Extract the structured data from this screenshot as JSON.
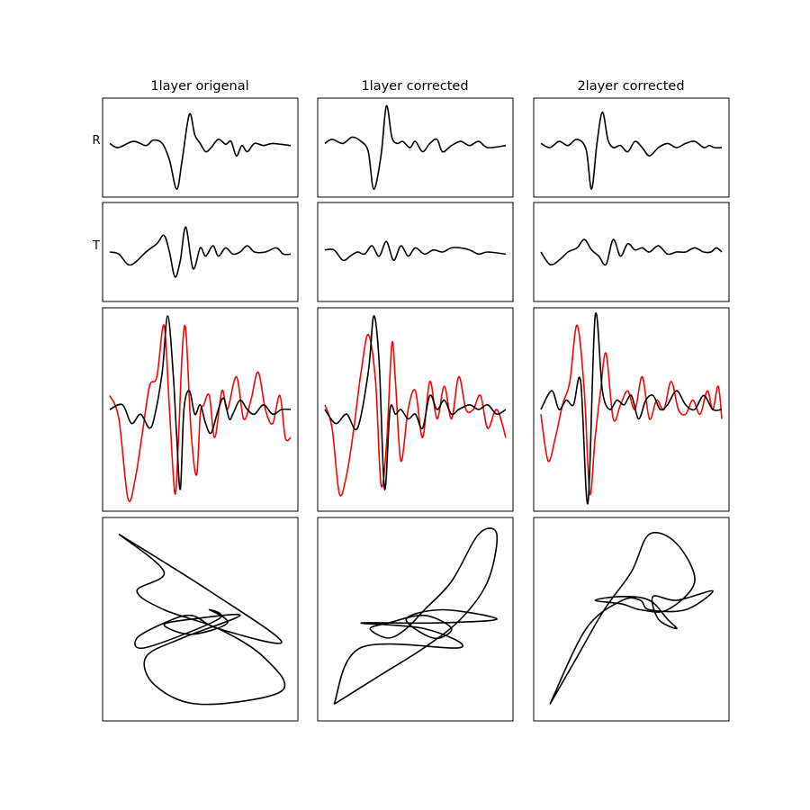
{
  "figure": {
    "column_titles": [
      "1layer origenal",
      "1layer corrected",
      "2layer corrected"
    ],
    "row_labels": [
      "R",
      "T",
      "",
      ""
    ]
  },
  "chart_data": {
    "type": "line",
    "layout": "4 rows x 3 columns of subplots, axes ticks hidden",
    "colors": {
      "R": "#000000",
      "T": "#ff0000",
      "particle_motion": "#000000"
    },
    "columns": [
      {
        "title": "1layer origenal",
        "R": {
          "t": [
            0,
            0.046,
            0.13,
            0.2,
            0.24,
            0.29,
            0.33,
            0.37,
            0.4,
            0.44,
            0.47,
            0.5,
            0.53,
            0.56,
            0.6,
            0.64,
            0.67,
            0.7,
            0.73,
            0.76,
            0.8,
            0.85,
            0.9,
            1.0
          ],
          "v": [
            0.1,
            0.0,
            0.15,
            0.05,
            0.18,
            0.1,
            -0.3,
            -1.0,
            -0.3,
            0.8,
            0.3,
            0.1,
            -0.1,
            0.0,
            0.2,
            0.08,
            0.15,
            -0.2,
            0.05,
            -0.1,
            0.1,
            0.05,
            0.1,
            0.05
          ]
        },
        "T": {
          "t": [
            0,
            0.05,
            0.1,
            0.14,
            0.2,
            0.26,
            0.3,
            0.33,
            0.36,
            0.39,
            0.42,
            0.46,
            0.5,
            0.53,
            0.57,
            0.6,
            0.64,
            0.68,
            0.72,
            0.76,
            0.8,
            0.86,
            0.92,
            0.96,
            1.0
          ],
          "v": [
            0.0,
            -0.05,
            -0.3,
            -0.25,
            0.0,
            0.2,
            0.4,
            0.0,
            -0.6,
            -0.2,
            0.6,
            -0.4,
            0.1,
            -0.1,
            0.15,
            -0.1,
            0.1,
            -0.05,
            0.0,
            0.15,
            0.0,
            0.0,
            0.1,
            -0.05,
            -0.05
          ]
        },
        "overlay_red": {
          "t": [
            0,
            0.05,
            0.1,
            0.14,
            0.18,
            0.22,
            0.26,
            0.3,
            0.33,
            0.36,
            0.38,
            0.4,
            0.42,
            0.45,
            0.48,
            0.5,
            0.52,
            0.55,
            0.58,
            0.62,
            0.65,
            0.7,
            0.74,
            0.78,
            0.82,
            0.86,
            0.9,
            0.94,
            0.97,
            1.0
          ],
          "v": [
            0.15,
            -0.1,
            -0.95,
            -0.75,
            -0.25,
            0.25,
            0.35,
            0.9,
            0.0,
            -0.9,
            -0.3,
            0.6,
            0.85,
            -0.25,
            -0.7,
            -0.05,
            0.05,
            0.15,
            -0.3,
            0.2,
            0.0,
            0.35,
            -0.1,
            0.1,
            0.4,
            0.0,
            -0.15,
            0.15,
            -0.3,
            -0.3
          ]
        },
        "overlay_black": {
          "t": [
            0,
            0.07,
            0.12,
            0.17,
            0.22,
            0.25,
            0.29,
            0.32,
            0.35,
            0.37,
            0.39,
            0.41,
            0.44,
            0.47,
            0.5,
            0.53,
            0.56,
            0.6,
            0.63,
            0.66,
            0.68,
            0.72,
            0.76,
            0.8,
            0.85,
            0.9,
            0.95,
            1.0
          ],
          "v": [
            0.0,
            0.05,
            -0.15,
            -0.05,
            -0.2,
            -0.05,
            0.4,
            1.0,
            0.4,
            -0.3,
            -0.85,
            0.0,
            0.2,
            -0.05,
            0.05,
            -0.15,
            -0.25,
            0.0,
            0.12,
            -0.1,
            -0.05,
            0.1,
            0.0,
            -0.05,
            0.05,
            -0.05,
            0.0,
            0.0
          ]
        },
        "particle_motion": {
          "x": [
            0.05,
            0.55,
            0.95,
            0.6,
            0.45,
            0.3,
            0.15,
            0.2,
            0.6,
            0.55,
            0.65,
            0.45,
            0.3,
            0.45,
            0.72,
            0.4,
            0.2,
            0.25,
            0.5,
            0.95,
            0.85,
            0.6,
            0.3,
            0.15,
            0.3,
            0.05
          ],
          "y": [
            0.95,
            0.65,
            0.38,
            0.45,
            0.52,
            0.48,
            0.4,
            0.35,
            0.5,
            0.55,
            0.48,
            0.42,
            0.47,
            0.5,
            0.52,
            0.4,
            0.3,
            0.15,
            0.05,
            0.12,
            0.3,
            0.45,
            0.55,
            0.65,
            0.75,
            0.95
          ]
        }
      },
      {
        "title": "1layer corrected",
        "R": {
          "t": [
            0,
            0.04,
            0.1,
            0.15,
            0.2,
            0.24,
            0.27,
            0.31,
            0.34,
            0.37,
            0.4,
            0.43,
            0.47,
            0.5,
            0.54,
            0.58,
            0.62,
            0.65,
            0.7,
            0.75,
            0.8,
            0.85,
            0.9,
            1.0
          ],
          "v": [
            0.1,
            0.2,
            0.1,
            0.25,
            0.15,
            -0.1,
            -1.0,
            -0.2,
            1.0,
            0.25,
            0.1,
            0.15,
            0.0,
            0.15,
            -0.1,
            0.1,
            0.2,
            -0.1,
            0.05,
            0.15,
            0.05,
            0.15,
            0.0,
            0.05
          ]
        },
        "T": {
          "t": [
            0,
            0.05,
            0.1,
            0.14,
            0.18,
            0.22,
            0.26,
            0.3,
            0.34,
            0.38,
            0.42,
            0.46,
            0.5,
            0.55,
            0.6,
            0.65,
            0.7,
            0.75,
            0.8,
            0.85,
            0.9,
            1.0
          ],
          "v": [
            0.05,
            0.05,
            -0.2,
            -0.1,
            0.0,
            -0.05,
            0.15,
            -0.1,
            0.25,
            -0.2,
            0.15,
            -0.1,
            0.1,
            -0.05,
            0.05,
            0.0,
            0.1,
            0.1,
            0.05,
            -0.05,
            0.0,
            -0.05
          ]
        },
        "overlay_red": {
          "t": [
            0,
            0.04,
            0.08,
            0.12,
            0.16,
            0.2,
            0.24,
            0.28,
            0.31,
            0.34,
            0.37,
            0.39,
            0.42,
            0.46,
            0.5,
            0.54,
            0.58,
            0.62,
            0.66,
            0.7,
            0.74,
            0.78,
            0.82,
            0.86,
            0.9,
            0.95,
            1.0
          ],
          "v": [
            0.05,
            -0.2,
            -0.9,
            -0.7,
            -0.2,
            0.4,
            0.8,
            0.3,
            -0.8,
            -0.4,
            0.7,
            0.3,
            -0.55,
            0.0,
            0.2,
            -0.3,
            0.3,
            -0.1,
            0.25,
            -0.1,
            0.35,
            0.0,
            0.0,
            0.15,
            -0.2,
            0.0,
            -0.3
          ]
        },
        "overlay_black": {
          "t": [
            0,
            0.06,
            0.12,
            0.18,
            0.24,
            0.27,
            0.3,
            0.33,
            0.36,
            0.39,
            0.42,
            0.46,
            0.5,
            0.54,
            0.58,
            0.62,
            0.66,
            0.7,
            0.74,
            0.8,
            0.85,
            0.9,
            0.95,
            1.0
          ],
          "v": [
            0.0,
            -0.15,
            -0.05,
            -0.2,
            0.4,
            1.0,
            0.5,
            -0.85,
            0.0,
            -0.05,
            0.0,
            -0.1,
            -0.05,
            -0.2,
            0.15,
            0.0,
            0.1,
            -0.05,
            0.0,
            0.05,
            0.0,
            0.05,
            -0.05,
            0.0
          ]
        },
        "particle_motion": {
          "x": [
            0.05,
            0.3,
            0.55,
            0.75,
            0.9,
            0.95,
            0.85,
            0.7,
            0.55,
            0.45,
            0.35,
            0.25,
            0.35,
            0.55,
            0.7,
            0.6,
            0.45,
            0.65,
            0.95,
            0.6,
            0.2,
            0.55,
            0.75,
            0.2,
            0.05
          ],
          "y": [
            0.05,
            0.2,
            0.35,
            0.5,
            0.7,
            0.95,
            0.95,
            0.7,
            0.55,
            0.45,
            0.4,
            0.45,
            0.48,
            0.52,
            0.45,
            0.4,
            0.5,
            0.55,
            0.5,
            0.48,
            0.48,
            0.45,
            0.35,
            0.35,
            0.05
          ]
        }
      },
      {
        "title": "2layer corrected",
        "R": {
          "t": [
            0,
            0.05,
            0.1,
            0.15,
            0.2,
            0.25,
            0.28,
            0.31,
            0.34,
            0.37,
            0.4,
            0.44,
            0.48,
            0.52,
            0.56,
            0.6,
            0.65,
            0.7,
            0.75,
            0.8,
            0.85,
            0.9,
            0.93,
            0.96,
            1.0
          ],
          "v": [
            0.1,
            0.0,
            0.15,
            0.05,
            0.2,
            -0.05,
            -1.0,
            0.1,
            0.85,
            0.2,
            0.0,
            0.05,
            -0.1,
            0.15,
            0.0,
            -0.2,
            0.0,
            0.1,
            0.0,
            0.1,
            0.15,
            0.0,
            0.05,
            0.0,
            0.0
          ]
        },
        "T": {
          "t": [
            0,
            0.05,
            0.1,
            0.15,
            0.2,
            0.24,
            0.28,
            0.32,
            0.36,
            0.4,
            0.44,
            0.48,
            0.52,
            0.56,
            0.6,
            0.65,
            0.7,
            0.75,
            0.8,
            0.85,
            0.9,
            0.94,
            0.97,
            1.0
          ],
          "v": [
            0.0,
            -0.3,
            -0.2,
            0.0,
            0.1,
            0.3,
            0.05,
            -0.1,
            -0.3,
            0.3,
            -0.1,
            0.2,
            0.05,
            0.1,
            0.0,
            0.15,
            -0.05,
            0.0,
            0.0,
            0.1,
            0.0,
            0.0,
            0.1,
            0.0
          ]
        },
        "overlay_red": {
          "t": [
            0,
            0.04,
            0.08,
            0.12,
            0.16,
            0.2,
            0.24,
            0.27,
            0.3,
            0.33,
            0.36,
            0.4,
            0.44,
            0.48,
            0.52,
            0.56,
            0.6,
            0.64,
            0.68,
            0.72,
            0.76,
            0.8,
            0.84,
            0.88,
            0.92,
            0.95,
            0.98,
            1.0
          ],
          "v": [
            -0.05,
            -0.55,
            -0.3,
            0.05,
            0.3,
            0.9,
            0.2,
            -0.9,
            -0.3,
            0.2,
            0.6,
            -0.1,
            0.05,
            0.2,
            0.0,
            0.35,
            -0.1,
            0.1,
            0.0,
            0.3,
            0.0,
            -0.05,
            0.1,
            -0.05,
            0.2,
            0.0,
            0.25,
            -0.1
          ]
        },
        "overlay_black": {
          "t": [
            0,
            0.06,
            0.1,
            0.14,
            0.18,
            0.22,
            0.26,
            0.3,
            0.34,
            0.38,
            0.42,
            0.46,
            0.5,
            0.54,
            0.58,
            0.62,
            0.66,
            0.7,
            0.75,
            0.8,
            0.85,
            0.9,
            0.95,
            1.0
          ],
          "v": [
            0.0,
            0.2,
            0.0,
            0.1,
            0.05,
            0.3,
            -1.0,
            1.0,
            0.2,
            0.0,
            0.1,
            0.05,
            0.15,
            -0.1,
            0.1,
            0.15,
            0.0,
            0.05,
            0.2,
            0.05,
            0.0,
            0.15,
            0.0,
            0.0
          ]
        },
        "particle_motion": {
          "x": [
            0.05,
            0.2,
            0.35,
            0.5,
            0.6,
            0.75,
            0.85,
            0.7,
            0.55,
            0.45,
            0.3,
            0.45,
            0.6,
            0.7,
            0.75,
            0.65,
            0.62,
            0.75,
            0.95,
            0.8,
            0.6,
            0.55,
            0.45,
            0.25,
            0.05
          ],
          "y": [
            0.05,
            0.3,
            0.55,
            0.75,
            0.95,
            0.9,
            0.7,
            0.55,
            0.55,
            0.58,
            0.6,
            0.62,
            0.6,
            0.5,
            0.45,
            0.5,
            0.62,
            0.6,
            0.65,
            0.55,
            0.55,
            0.6,
            0.6,
            0.45,
            0.05
          ]
        }
      }
    ]
  }
}
